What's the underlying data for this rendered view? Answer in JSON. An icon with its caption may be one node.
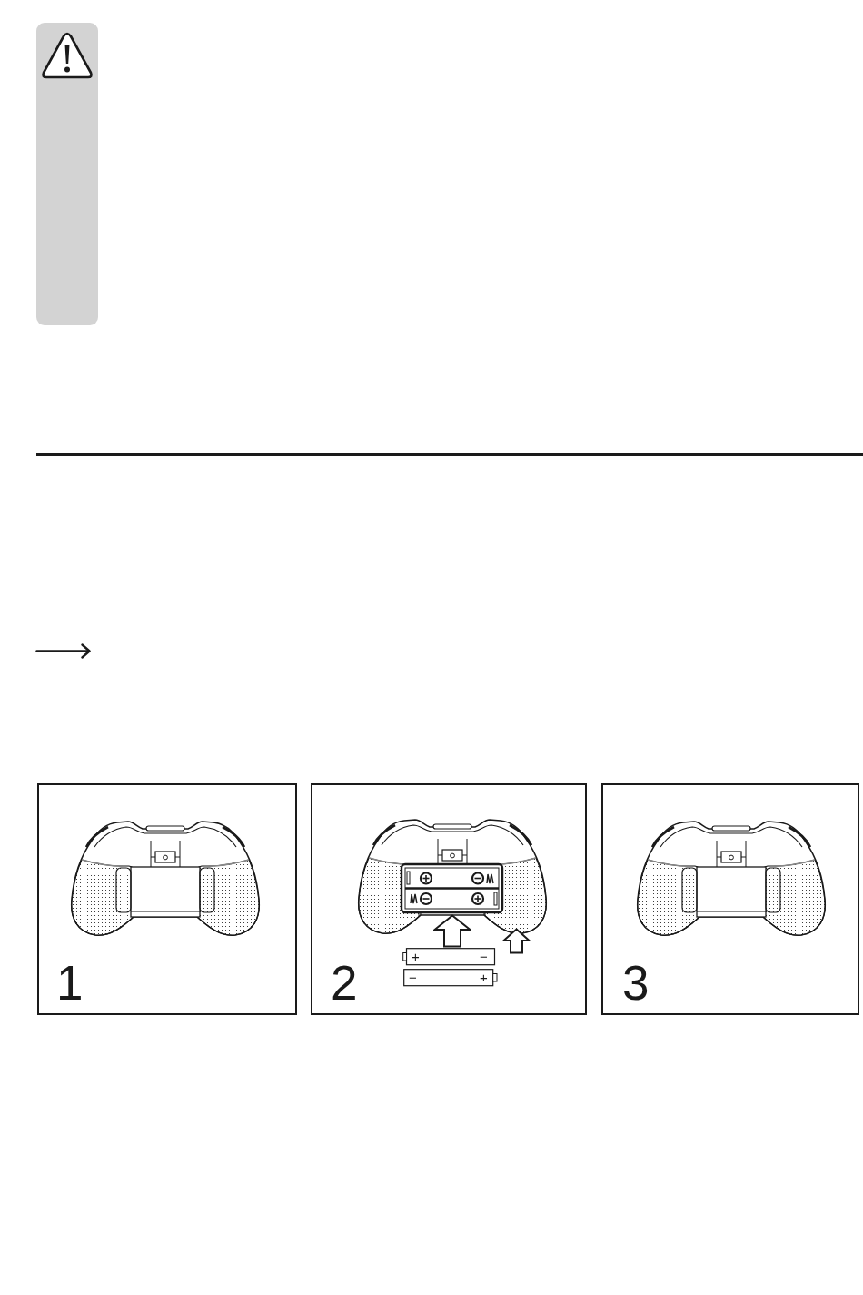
{
  "diagram": {
    "nodes": [
      {
        "text": [
          "1"
        ]
      },
      {
        "text": [
          "2"
        ]
      },
      {
        "text": [
          "3"
        ]
      }
    ],
    "labels": [
      "+",
      "−",
      "−",
      "+"
    ]
  }
}
